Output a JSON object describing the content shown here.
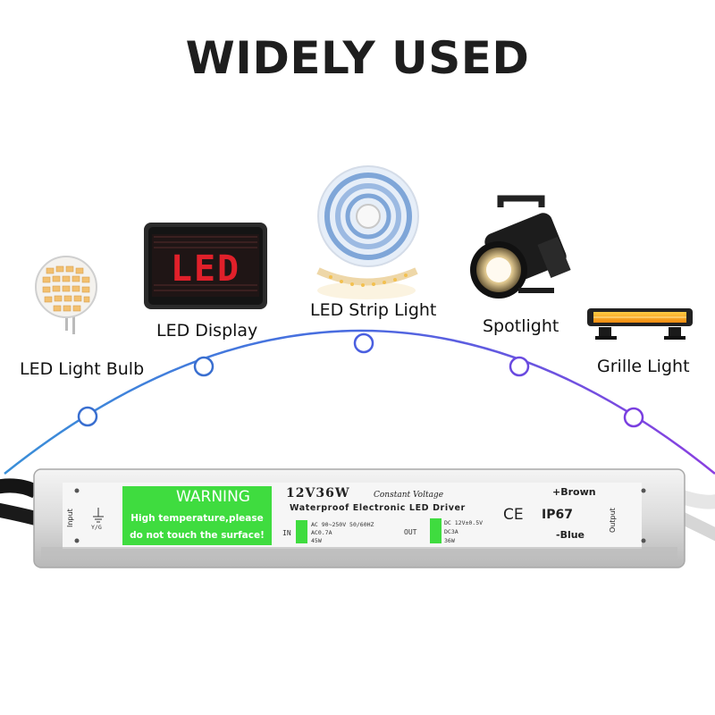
{
  "title": "WIDELY USED",
  "applications": [
    {
      "label": "LED Light Bulb"
    },
    {
      "label": "LED Display",
      "screen_text": "LED"
    },
    {
      "label": "LED Strip Light"
    },
    {
      "label": "Spotlight"
    },
    {
      "label": "Grille Light"
    }
  ],
  "driver": {
    "warning_title": "WARNING",
    "warning_line1": "High temperature,please",
    "warning_line2": "do not touch the surface!",
    "model": "12V36W",
    "model_script": "Constant Voltage",
    "subtitle": "Waterproof Electronic LED Driver",
    "input_label": "Input",
    "input_ground": "Y/G",
    "output_label": "Output",
    "in_label": "IN",
    "out_label": "OUT",
    "in_v": "AC 90~250V 50/60HZ",
    "in_i": "AC0.7A",
    "in_p": "45W",
    "out_v": "DC 12V±0.5V",
    "out_i": "DC3A",
    "out_p": "36W",
    "ce": "CE",
    "ip": "IP67",
    "brown": "+Brown",
    "blue": "-Blue"
  },
  "colors": {
    "arc_start": "#3a8fd8",
    "arc_end": "#8a3fe0",
    "warning_bg": "#3fdc3f",
    "display_led": "#e0202a"
  }
}
